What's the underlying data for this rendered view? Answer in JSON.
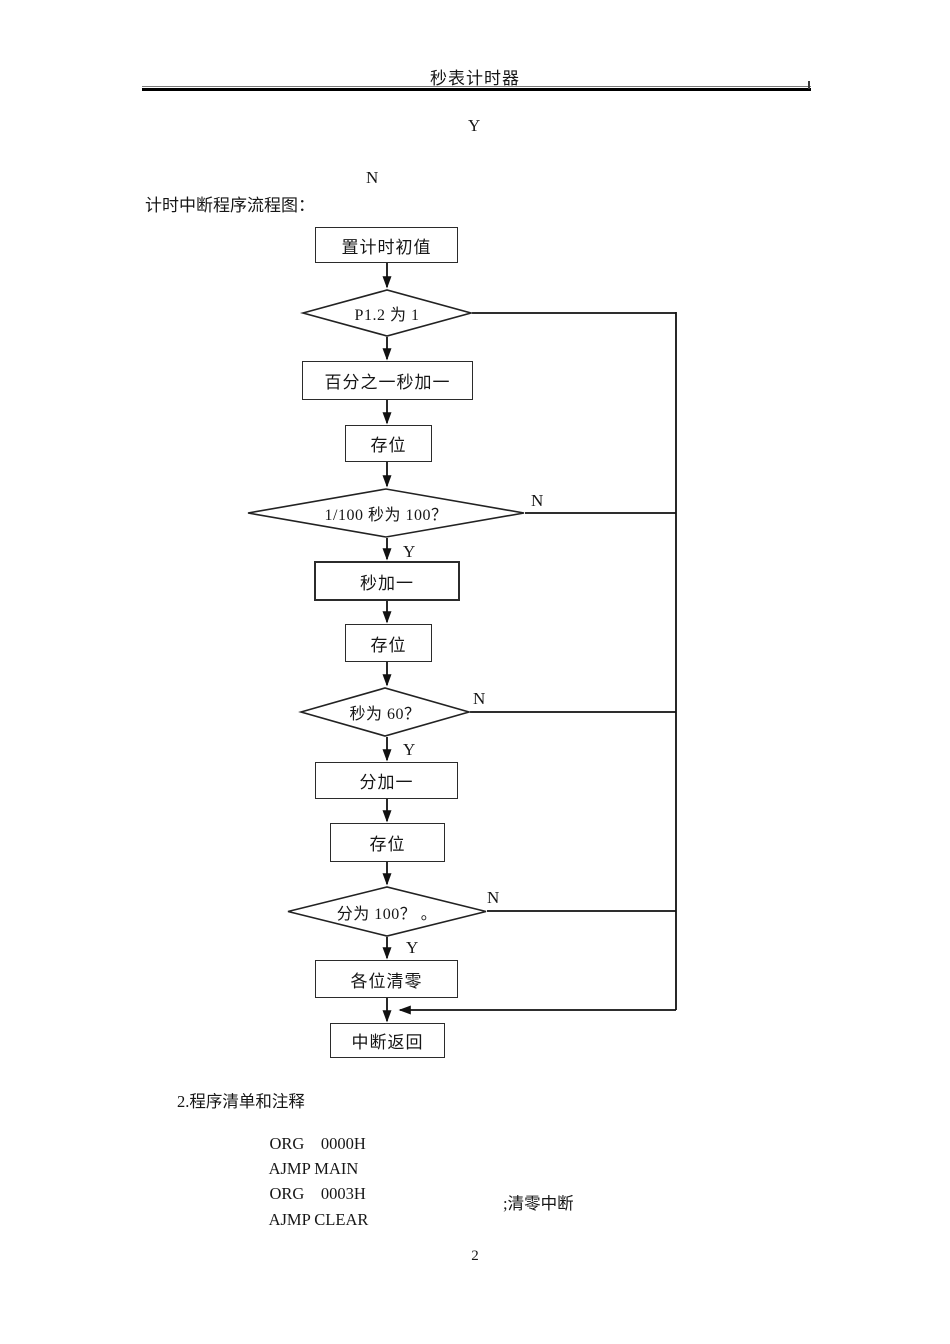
{
  "page": {
    "header_title": "秒表计时器",
    "orphan_label_y": "Y",
    "orphan_label_n": "N",
    "section_label": "计时中断程序流程图：",
    "page_number": "2"
  },
  "flowchart": {
    "nodes": [
      {
        "label": "置计时初值"
      },
      {
        "label": "P1.2 为 1"
      },
      {
        "label": "百分之一秒加一"
      },
      {
        "label": "存位"
      },
      {
        "label": "1/100 秒为 100？"
      },
      {
        "label": "秒加一"
      },
      {
        "label": "存位"
      },
      {
        "label": "秒为 60？"
      },
      {
        "label": "分加一"
      },
      {
        "label": "存位"
      },
      {
        "label": "分为 100？ 。"
      },
      {
        "label": "各位清零"
      },
      {
        "label": "中断返回"
      }
    ],
    "branch_labels": [
      {
        "text": "Y"
      },
      {
        "text": "N"
      },
      {
        "text": "Y"
      },
      {
        "text": "N"
      },
      {
        "text": "Y"
      },
      {
        "text": "N"
      }
    ]
  },
  "code_section": {
    "heading": "2.程序清单和注释",
    "lines": [
      {
        "code": "ORG    0000H"
      },
      {
        "code": "AJMP MAIN"
      },
      {
        "code": "ORG    0003H"
      },
      {
        "code": "AJMP CLEAR",
        "comment": ";清零中断"
      }
    ]
  }
}
